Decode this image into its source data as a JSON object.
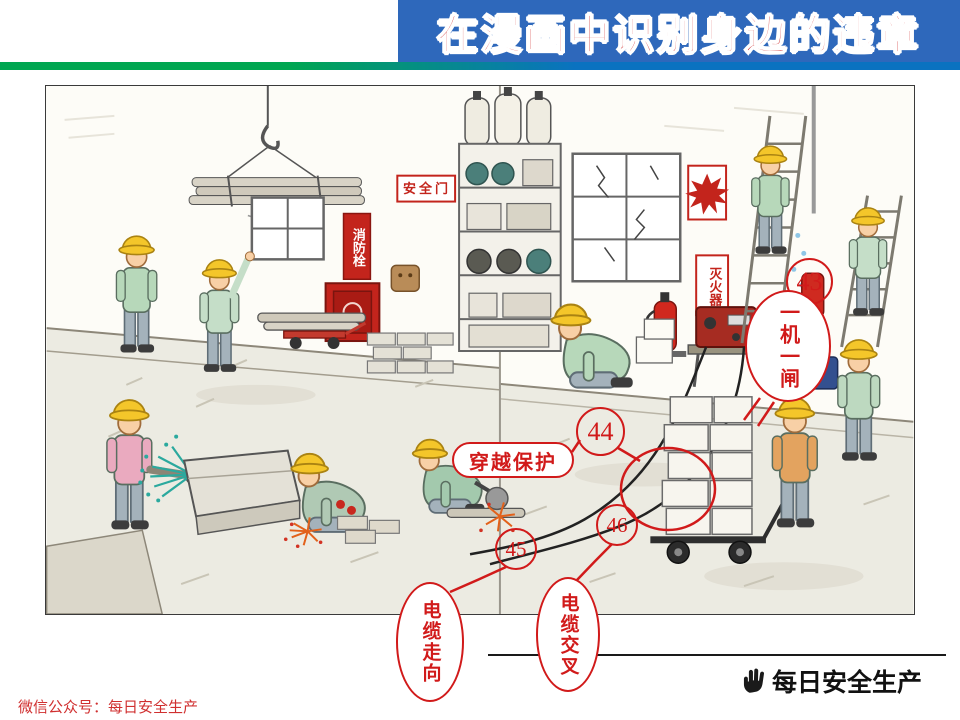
{
  "header": {
    "title": "在漫画中识别身边的违章"
  },
  "cartoon": {
    "signs": {
      "safety_door": "安全门",
      "fire_hydrant": "消防栓",
      "extinguisher": "灭火器"
    },
    "annotations": [
      {
        "number": "43",
        "label": "一机一闸"
      },
      {
        "number": "44",
        "label": "穿越保护"
      },
      {
        "number": "45",
        "label": "电缆走向"
      },
      {
        "number": "46",
        "label": "电缆交叉"
      }
    ]
  },
  "footer": {
    "wechat_account": "微信公众号：每日安全生产",
    "brand": "每日安全生产"
  },
  "colors": {
    "banner_blue": "#2e68bb",
    "accent_green": "#00a651",
    "accent_blue": "#0a72c0",
    "annotation_red": "#d11a1a",
    "title_red": "#c81414"
  }
}
